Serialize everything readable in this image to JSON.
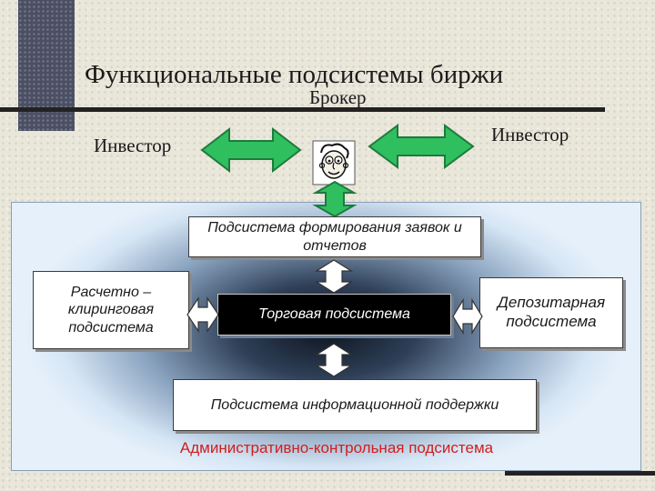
{
  "slide": {
    "title": "Функциональные подсистемы биржи",
    "broker_label": "Брокер",
    "investor_left": "Инвестор",
    "investor_right": "Инвестор"
  },
  "subsystems": {
    "order_reports": "Подсистема формирования заявок и отчетов",
    "clearing": "Расчетно – клиринговая подсистема",
    "trading": "Торговая подсистема",
    "depository": "Депозитарная подсистема",
    "info_support": "Подсистема информационной поддержки",
    "admin_control": "Административно-контрольная подсистема"
  },
  "colors": {
    "arrow_green": "#2fbf5f",
    "admin_label": "#d21d1d",
    "title_line": "#222222"
  },
  "icons": {
    "broker": "cartoon-face-icon"
  }
}
